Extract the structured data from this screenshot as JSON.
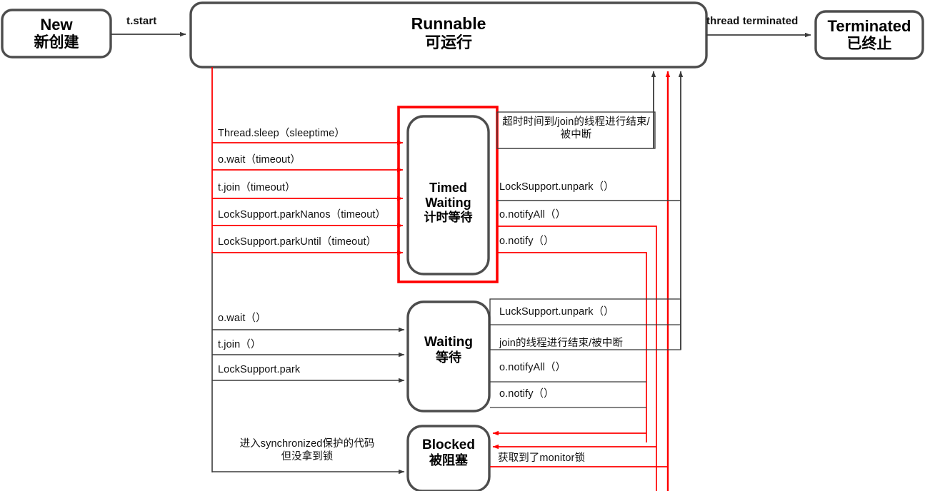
{
  "diagram": {
    "title": "Java Thread State Transition Diagram",
    "colors": {
      "node_stroke": "#4d4d4d",
      "highlight": "#ff0000",
      "edge_black": "#3b3b3b",
      "text": "#000000",
      "background": "#ffffff"
    },
    "nodes": [
      {
        "id": "new",
        "en": "New",
        "zh": "新创建",
        "font_en": 22,
        "font_zh": 21,
        "highlighted": false
      },
      {
        "id": "runnable",
        "en": "Runnable",
        "zh": "可运行",
        "font_en": 23,
        "font_zh": 22,
        "highlighted": false
      },
      {
        "id": "terminated",
        "en": "Terminated",
        "zh": "已终止",
        "font_en": 22,
        "font_zh": 21,
        "highlighted": false
      },
      {
        "id": "timedwaiting",
        "en": "Timed Waiting",
        "zh": "计时等待",
        "font_en": 18,
        "font_zh": 17,
        "highlighted": true
      },
      {
        "id": "waiting",
        "en": "Waiting",
        "zh": "等待",
        "font_en": 19,
        "font_zh": 18,
        "highlighted": false
      },
      {
        "id": "blocked",
        "en": "Blocked",
        "zh": "被阻塞",
        "font_en": 19,
        "font_zh": 18,
        "highlighted": false
      }
    ],
    "edge_labels": {
      "start": "t.start",
      "terminated": "thread terminated",
      "to_timed_waiting": [
        "Thread.sleep（sleeptime）",
        "o.wait（timeout）",
        "t.join（timeout）",
        "LockSupport.parkNanos（timeout）",
        "LockSupport.parkUntil（timeout）"
      ],
      "from_timed_waiting": [
        "超时时间到/join的线程进行结束/被中断",
        "LockSupport.unpark（）",
        "o.notifyAll（）",
        "o.notify（）"
      ],
      "to_waiting": [
        "o.wait（）",
        "t.join（）",
        "LockSupport.park"
      ],
      "from_waiting": [
        "LuckSupport.unpark（）",
        "join的线程进行结束/被中断",
        "o.notifyAll（）",
        "o.notify（）"
      ],
      "to_blocked": "进入synchronized保护的代码\n但没拿到锁",
      "to_blocked_line1": "进入synchronized保护的代码",
      "to_blocked_line2": "但没拿到锁",
      "from_blocked": "获取到了monitor锁"
    }
  }
}
